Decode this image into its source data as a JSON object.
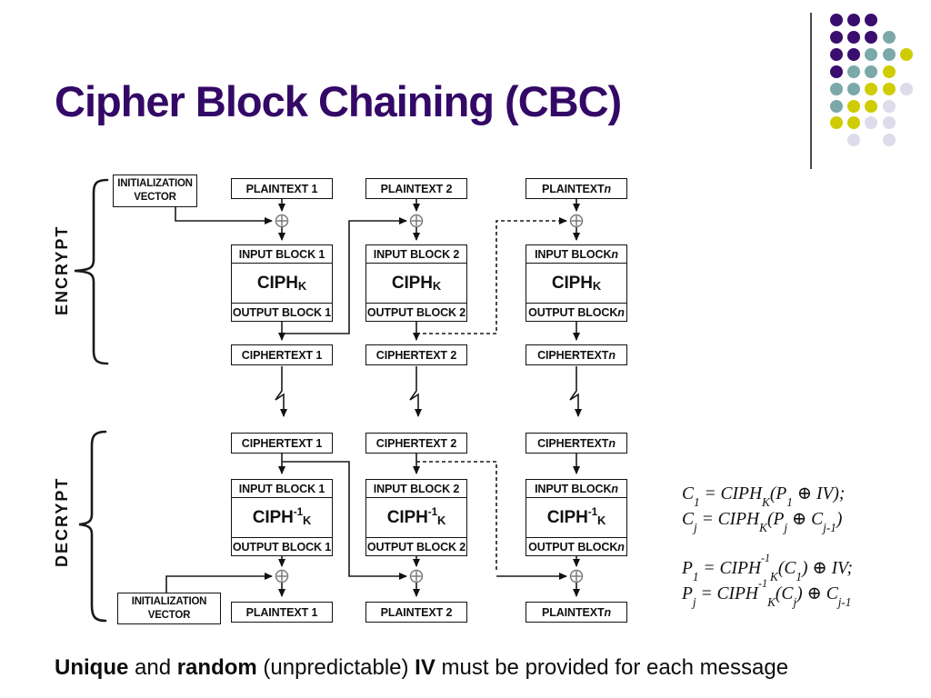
{
  "title": "Cipher Block Chaining (CBC)",
  "colors": {
    "title": "#330866",
    "dot_purple": "#390e6e",
    "dot_teal": "#7ba8a8",
    "dot_yellow": "#cfcc04",
    "dot_lavender": "#dcdcea",
    "line": "#111111",
    "xor": "#7a7a7a"
  },
  "decoration": {
    "rows": [
      "PPP..",
      "PPPT.",
      "PPTTY",
      "PTTY.",
      "TTYYL",
      "TYYL.",
      "YYLL.",
      ".L.L."
    ],
    "palette": {
      "P": "#390e6e",
      "T": "#7ba8a8",
      "Y": "#cfcc04",
      "L": "#dcdcea"
    }
  },
  "sections": {
    "encrypt_label": "ENCRYPT",
    "decrypt_label": "DECRYPT"
  },
  "iv_box": {
    "line1": "INITIALIZATION",
    "line2": "VECTOR"
  },
  "encrypt": {
    "columns": [
      {
        "plaintext": [
          {
            "t": "PLAINTEXT 1"
          }
        ],
        "input": [
          {
            "t": "INPUT BLOCK 1"
          }
        ],
        "ciph": [
          {
            "t": "CIPH"
          },
          {
            "sub": "K"
          }
        ],
        "output": [
          {
            "t": "OUTPUT BLOCK 1"
          }
        ],
        "ciphertext": [
          {
            "t": "CIPHERTEXT 1"
          }
        ]
      },
      {
        "plaintext": [
          {
            "t": "PLAINTEXT 2"
          }
        ],
        "input": [
          {
            "t": "INPUT BLOCK 2"
          }
        ],
        "ciph": [
          {
            "t": "CIPH"
          },
          {
            "sub": "K"
          }
        ],
        "output": [
          {
            "t": "OUTPUT BLOCK 2"
          }
        ],
        "ciphertext": [
          {
            "t": "CIPHERTEXT 2"
          }
        ]
      },
      {
        "plaintext": [
          {
            "t": "PLAINTEXT "
          },
          {
            "t": "n",
            "i": 1
          }
        ],
        "input": [
          {
            "t": "INPUT BLOCK "
          },
          {
            "t": "n",
            "i": 1
          }
        ],
        "ciph": [
          {
            "t": "CIPH"
          },
          {
            "sub": "K"
          }
        ],
        "output": [
          {
            "t": "OUTPUT BLOCK "
          },
          {
            "t": "n",
            "i": 1
          }
        ],
        "ciphertext": [
          {
            "t": "CIPHERTEXT "
          },
          {
            "t": "n",
            "i": 1
          }
        ]
      }
    ]
  },
  "decrypt": {
    "columns": [
      {
        "ciphertext": [
          {
            "t": "CIPHERTEXT 1"
          }
        ],
        "input": [
          {
            "t": "INPUT BLOCK 1"
          }
        ],
        "ciph": [
          {
            "t": "CIPH"
          },
          {
            "sup": "-1"
          },
          {
            "sub": "K"
          }
        ],
        "output": [
          {
            "t": "OUTPUT BLOCK 1"
          }
        ],
        "plaintext": [
          {
            "t": "PLAINTEXT 1"
          }
        ]
      },
      {
        "ciphertext": [
          {
            "t": "CIPHERTEXT 2"
          }
        ],
        "input": [
          {
            "t": "INPUT BLOCK 2"
          }
        ],
        "ciph": [
          {
            "t": "CIPH"
          },
          {
            "sup": "-1"
          },
          {
            "sub": "K"
          }
        ],
        "output": [
          {
            "t": "OUTPUT BLOCK 2"
          }
        ],
        "plaintext": [
          {
            "t": "PLAINTEXT 2"
          }
        ]
      },
      {
        "ciphertext": [
          {
            "t": "CIPHERTEXT "
          },
          {
            "t": "n",
            "i": 1
          }
        ],
        "input": [
          {
            "t": "INPUT BLOCK "
          },
          {
            "t": "n",
            "i": 1
          }
        ],
        "ciph": [
          {
            "t": "CIPH"
          },
          {
            "sup": "-1"
          },
          {
            "sub": "K"
          }
        ],
        "output": [
          {
            "t": "OUTPUT BLOCK "
          },
          {
            "t": "n",
            "i": 1
          }
        ],
        "plaintext": [
          {
            "t": "PLAINTEXT "
          },
          {
            "t": "n",
            "i": 1
          }
        ]
      }
    ]
  },
  "formulas": {
    "encrypt": [
      [
        {
          "t": "C"
        },
        {
          "sub": "1"
        },
        {
          "t": " =  CIPH"
        },
        {
          "sub": "K"
        },
        {
          "t": "(P"
        },
        {
          "sub": "1"
        },
        {
          "t": " ⊕ IV);"
        }
      ],
      [
        {
          "t": "C"
        },
        {
          "sub": "j"
        },
        {
          "t": " =  CIPH"
        },
        {
          "sub": "K"
        },
        {
          "t": "(P"
        },
        {
          "sub": "j"
        },
        {
          "t": " ⊕ C"
        },
        {
          "sub": "j-1"
        },
        {
          "t": ")"
        }
      ]
    ],
    "decrypt": [
      [
        {
          "t": "P"
        },
        {
          "sub": "1"
        },
        {
          "t": " = CIPH"
        },
        {
          "sup": "-1"
        },
        {
          "sub": "K"
        },
        {
          "t": "(C"
        },
        {
          "sub": "1"
        },
        {
          "t": ") ⊕ IV;"
        }
      ],
      [
        {
          "t": "P"
        },
        {
          "sub": "j"
        },
        {
          "t": " = CIPH"
        },
        {
          "sup": "-1"
        },
        {
          "sub": "K"
        },
        {
          "t": "(C"
        },
        {
          "sub": "j"
        },
        {
          "t": ") ⊕ C"
        },
        {
          "sub": "j-1"
        }
      ]
    ]
  },
  "footer": {
    "parts": [
      {
        "t": "Unique",
        "b": 1
      },
      {
        "t": " and "
      },
      {
        "t": "random",
        "b": 1
      },
      {
        "t": " (unpredictable) "
      },
      {
        "t": "IV",
        "b": 1
      },
      {
        "t": " must be provided for each message"
      }
    ]
  }
}
